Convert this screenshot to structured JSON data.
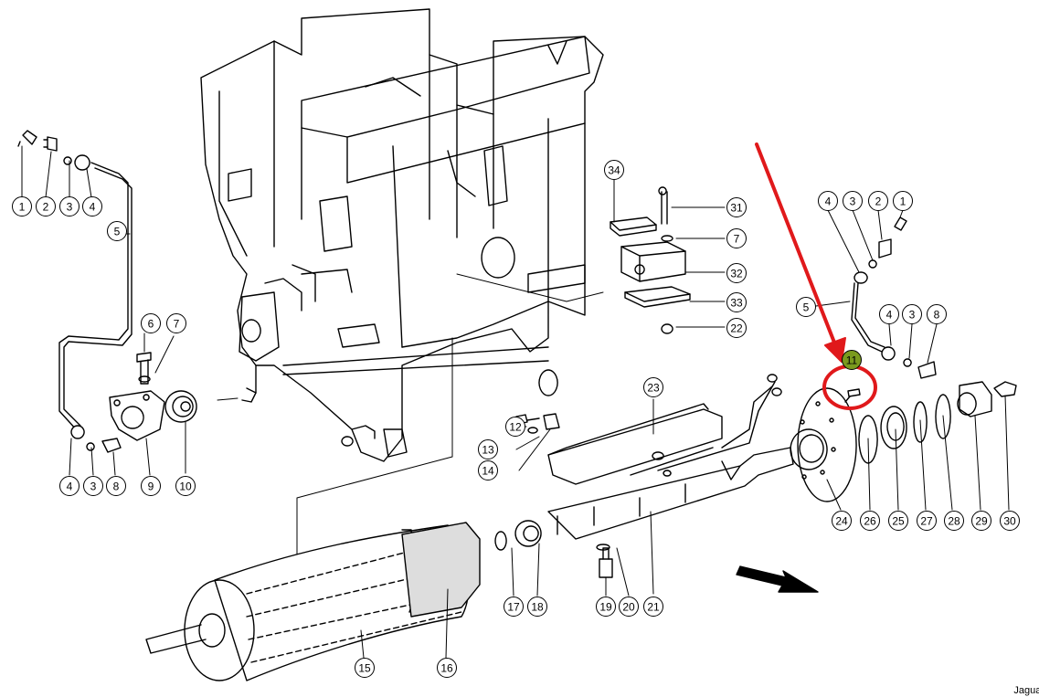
{
  "callouts": [
    {
      "id": "c-1-left",
      "label": "1"
    },
    {
      "id": "c-2-left",
      "label": "2"
    },
    {
      "id": "c-3-left",
      "label": "3"
    },
    {
      "id": "c-4-left",
      "label": "4"
    },
    {
      "id": "c-5-left",
      "label": "5"
    },
    {
      "id": "c-6",
      "label": "6"
    },
    {
      "id": "c-7-left",
      "label": "7"
    },
    {
      "id": "c-4-bl",
      "label": "4"
    },
    {
      "id": "c-3-bl",
      "label": "3"
    },
    {
      "id": "c-8-bl",
      "label": "8"
    },
    {
      "id": "c-9",
      "label": "9"
    },
    {
      "id": "c-10",
      "label": "10"
    },
    {
      "id": "c-34",
      "label": "34"
    },
    {
      "id": "c-31",
      "label": "31"
    },
    {
      "id": "c-7-right",
      "label": "7"
    },
    {
      "id": "c-32",
      "label": "32"
    },
    {
      "id": "c-33",
      "label": "33"
    },
    {
      "id": "c-22",
      "label": "22"
    },
    {
      "id": "c-4-tr",
      "label": "4"
    },
    {
      "id": "c-3-tr",
      "label": "3"
    },
    {
      "id": "c-2-tr",
      "label": "2"
    },
    {
      "id": "c-1-tr",
      "label": "1"
    },
    {
      "id": "c-5-right",
      "label": "5"
    },
    {
      "id": "c-4-mr",
      "label": "4"
    },
    {
      "id": "c-3-mr",
      "label": "3"
    },
    {
      "id": "c-8-mr",
      "label": "8"
    },
    {
      "id": "c-11",
      "label": "11",
      "highlight": true
    },
    {
      "id": "c-23",
      "label": "23"
    },
    {
      "id": "c-12",
      "label": "12"
    },
    {
      "id": "c-13",
      "label": "13"
    },
    {
      "id": "c-14",
      "label": "14"
    },
    {
      "id": "c-24",
      "label": "24"
    },
    {
      "id": "c-26",
      "label": "26"
    },
    {
      "id": "c-25",
      "label": "25"
    },
    {
      "id": "c-27",
      "label": "27"
    },
    {
      "id": "c-28",
      "label": "28"
    },
    {
      "id": "c-29",
      "label": "29"
    },
    {
      "id": "c-30",
      "label": "30"
    },
    {
      "id": "c-17",
      "label": "17"
    },
    {
      "id": "c-18",
      "label": "18"
    },
    {
      "id": "c-19",
      "label": "19"
    },
    {
      "id": "c-20",
      "label": "20"
    },
    {
      "id": "c-21",
      "label": "21"
    },
    {
      "id": "c-15",
      "label": "15"
    },
    {
      "id": "c-16",
      "label": "16"
    }
  ],
  "highlight_color": "#e0191b",
  "callout_11_fill": "#7a9a1e",
  "corner_text": "Jaguar"
}
